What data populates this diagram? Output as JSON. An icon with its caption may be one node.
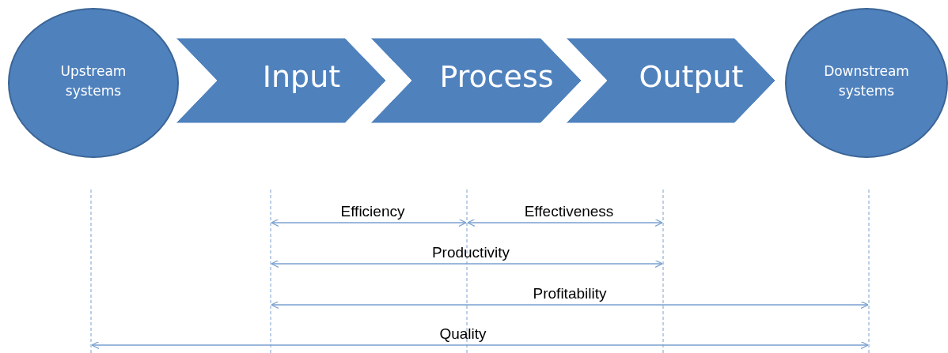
{
  "diagram": {
    "nodes": [
      {
        "text": [
          "Upstream systems"
        ]
      },
      {
        "text": [
          "Input"
        ]
      },
      {
        "text": [
          "Process"
        ]
      },
      {
        "text": [
          "Output"
        ]
      },
      {
        "text": [
          "Downstream systems"
        ]
      }
    ],
    "labels": [
      "Efficiency",
      "Effectiveness",
      "Productivity",
      "Profitability",
      "Quality"
    ]
  }
}
